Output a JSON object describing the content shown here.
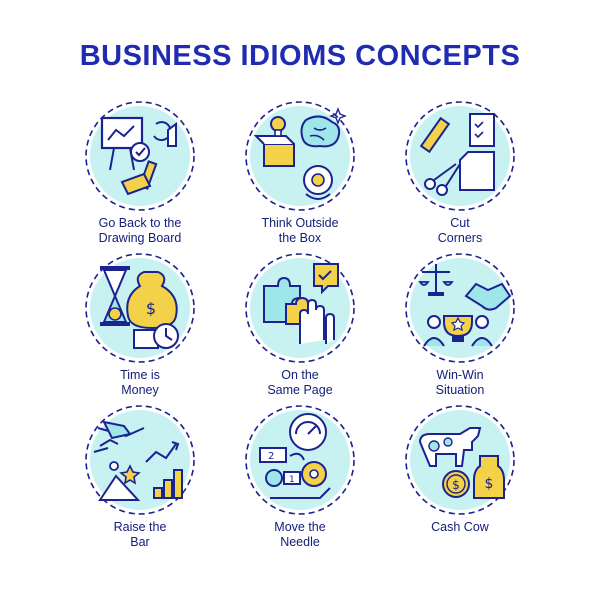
{
  "title": "BUSINESS IDIOMS CONCEPTS",
  "colors": {
    "title": "#1f2bb0",
    "outline": "#1b2390",
    "yellow": "#f3d24a",
    "cyan": "#9fe6ea",
    "circle": "#c8f1f2"
  },
  "concepts": [
    {
      "line1": "Go Back to the",
      "line2": "Drawing Board",
      "icon": "presentation-board-icon"
    },
    {
      "line1": "Think Outside",
      "line2": "the Box",
      "icon": "brain-box-icon"
    },
    {
      "line1": "Cut",
      "line2": "Corners",
      "icon": "scissors-paper-icon"
    },
    {
      "line1": "Time is",
      "line2": "Money",
      "icon": "hourglass-money-icon"
    },
    {
      "line1": "On the",
      "line2": "Same Page",
      "icon": "puzzle-high-five-icon"
    },
    {
      "line1": "Win-Win",
      "line2": "Situation",
      "icon": "handshake-trophy-icon"
    },
    {
      "line1": "Raise the",
      "line2": "Bar",
      "icon": "mountain-growth-icon"
    },
    {
      "line1": "Move the",
      "line2": "Needle",
      "icon": "gauge-gears-icon"
    },
    {
      "line1": "Cash Cow",
      "line2": "",
      "icon": "cow-coin-icon"
    }
  ]
}
